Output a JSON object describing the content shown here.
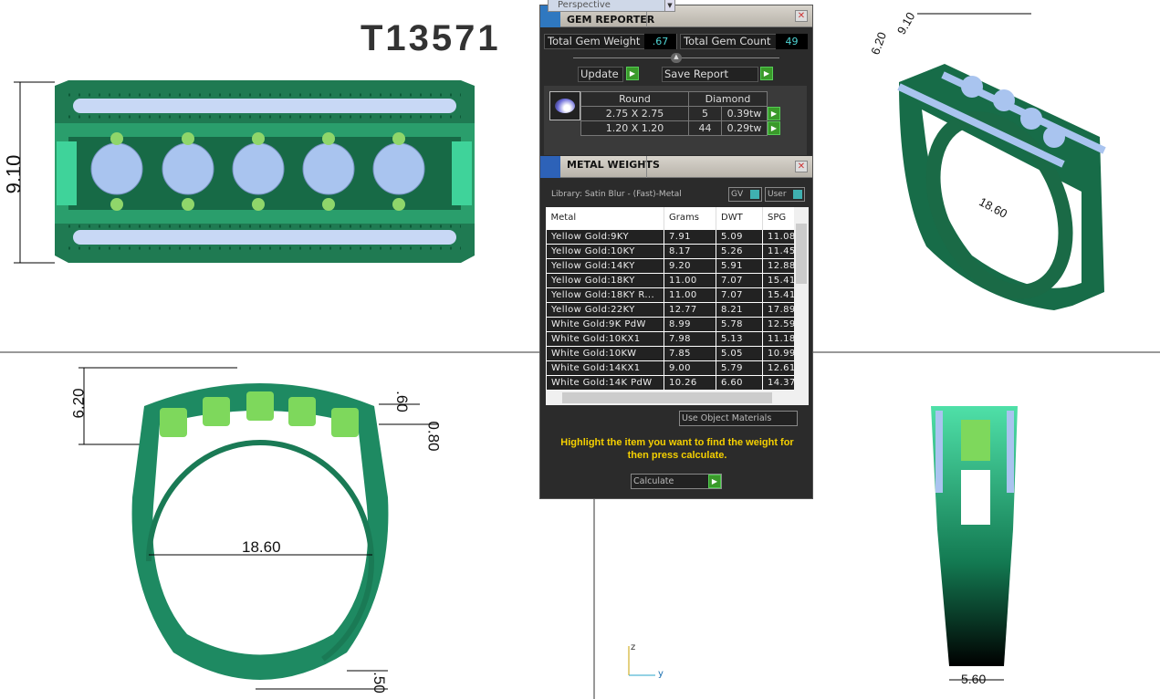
{
  "drawing": {
    "code": "T13571",
    "dims": {
      "top_height": "9.10",
      "front_height": "6.20",
      "prong_a": ".60",
      "prong_b": "0.80",
      "inner_dia": "18.60",
      "shank": ".50",
      "side_width": "5.60",
      "iso_width": "9.10",
      "iso_height": "6.20",
      "iso_dia": "18.60"
    },
    "axis": {
      "z": "z",
      "y": "y"
    },
    "viewport_label": "Perspective"
  },
  "gem_reporter": {
    "title": "GEM REPORTER",
    "total_weight_label": "Total Gem Weight",
    "total_weight": ".67",
    "total_count_label": "Total Gem Count",
    "total_count": "49",
    "update_label": "Update",
    "save_report_label": "Save Report",
    "table": {
      "headers": [
        "Round",
        "Diamond"
      ],
      "rows": [
        {
          "size": "2.75 X 2.75",
          "count": "5",
          "weight": "0.39tw"
        },
        {
          "size": "1.20 X 1.20",
          "count": "44",
          "weight": "0.29tw"
        }
      ]
    }
  },
  "metal_weights": {
    "title": "METAL WEIGHTS",
    "library": "Library: Satin Blur - (Fast)-Metal",
    "gv_label": "GV",
    "user_label": "User",
    "columns": [
      "Metal",
      "Grams",
      "DWT",
      "SPG"
    ],
    "rows": [
      [
        "Yellow Gold:9KY",
        "7.91",
        "5.09",
        "11.08"
      ],
      [
        "Yellow Gold:10KY",
        "8.17",
        "5.26",
        "11.45"
      ],
      [
        "Yellow Gold:14KY",
        "9.20",
        "5.91",
        "12.88"
      ],
      [
        "Yellow Gold:18KY",
        "11.00",
        "7.07",
        "15.41"
      ],
      [
        "Yellow Gold:18KY R...",
        "11.00",
        "7.07",
        "15.41"
      ],
      [
        "Yellow Gold:22KY",
        "12.77",
        "8.21",
        "17.89"
      ],
      [
        "White Gold:9K PdW",
        "8.99",
        "5.78",
        "12.59"
      ],
      [
        "White Gold:10KX1",
        "7.98",
        "5.13",
        "11.18"
      ],
      [
        "White Gold:10KW",
        "7.85",
        "5.05",
        "10.99"
      ],
      [
        "White Gold:14KX1",
        "9.00",
        "5.79",
        "12.61"
      ],
      [
        "White Gold:14K PdW",
        "10.26",
        "6.60",
        "14.37"
      ]
    ],
    "use_object_materials": "Use Object Materials",
    "message": "Highlight the item you want to find the weight for then press calculate.",
    "calculate_label": "Calculate"
  }
}
